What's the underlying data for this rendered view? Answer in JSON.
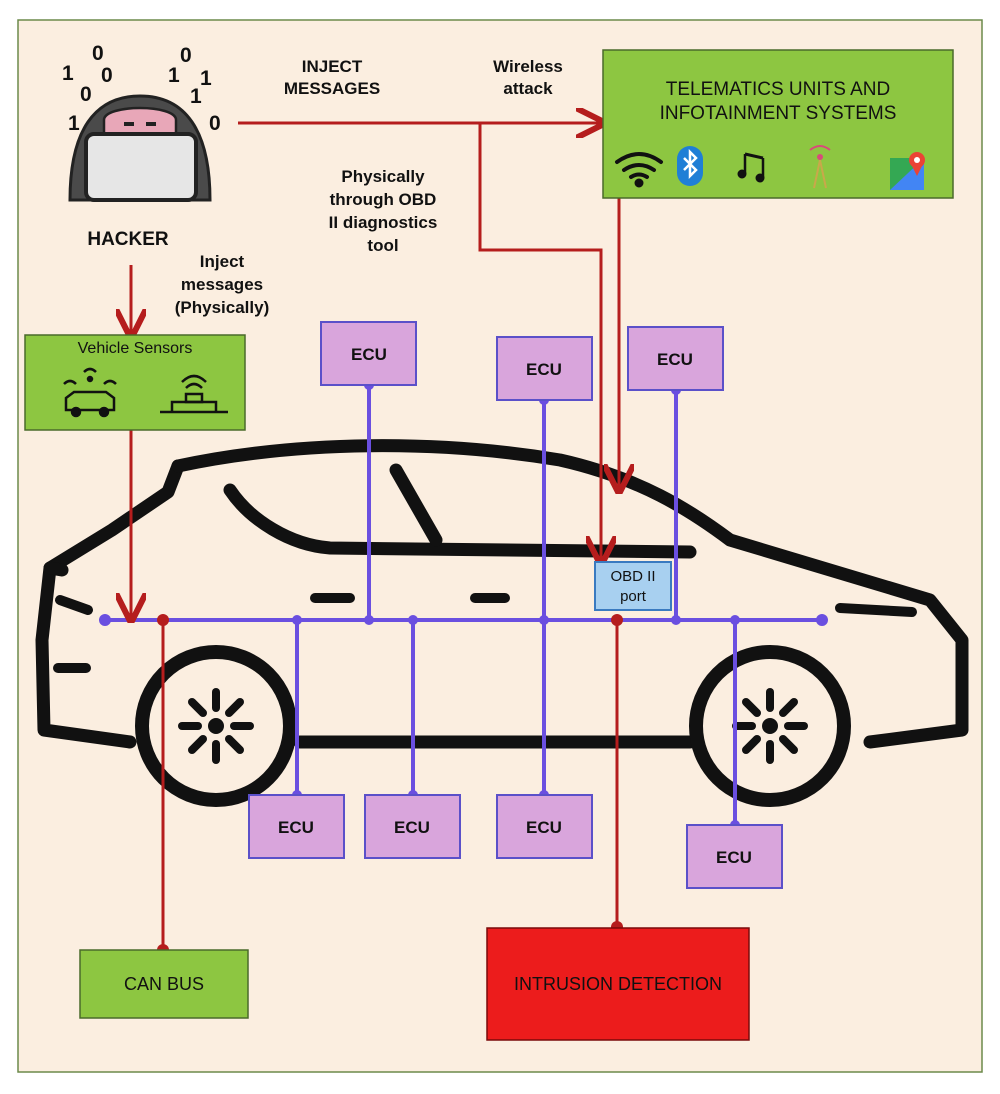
{
  "hacker": {
    "label": "HACKER",
    "binary_digits": [
      "0",
      "1",
      "0",
      "0",
      "1",
      "1",
      "0",
      "1",
      "0",
      "1"
    ]
  },
  "attacks": {
    "inject_line1": "INJECT",
    "inject_line2": "MESSAGES",
    "wireless_line1": "Wireless",
    "wireless_line2": "attack",
    "obd_line1": "Physically",
    "obd_line2": "through OBD",
    "obd_line3": "II diagnostics",
    "obd_line4": "tool",
    "physical_line1": "Inject",
    "physical_line2": "messages",
    "physical_line3": "(Physically)"
  },
  "telematics": {
    "title_line1": "TELEMATICS UNITS AND",
    "title_line2": "INFOTAINMENT SYSTEMS",
    "icons": [
      "wifi-icon",
      "bluetooth-icon",
      "music-icon",
      "radio-tower-icon",
      "maps-icon"
    ]
  },
  "sensors": {
    "title": "Vehicle Sensors",
    "icons": [
      "connected-car-icon",
      "lidar-sensor-icon"
    ]
  },
  "ecu_label": "ECU",
  "obd_port": {
    "line1": "OBD II",
    "line2": "port"
  },
  "can_bus": {
    "label": "CAN BUS"
  },
  "intrusion": {
    "label": "INTRUSION DETECTION"
  },
  "colors": {
    "background": "#fbeee0",
    "green_box": "#8dc641",
    "ecu_box": "#d9a5dc",
    "ecu_border": "#5b50c9",
    "bus_line": "#6a4fe0",
    "attack_line": "#b51d1d",
    "intrusion_box": "#ec1c1c",
    "obd_box": "#a8d0f0"
  }
}
